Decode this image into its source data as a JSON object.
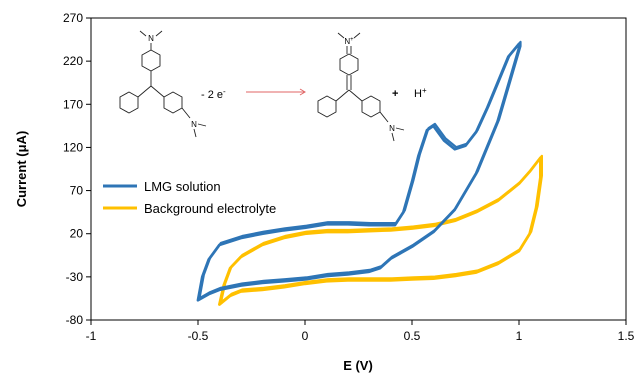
{
  "chart_data": {
    "type": "line",
    "title": "",
    "xlabel": "E (V)",
    "ylabel": "Current (μA)",
    "xlim": [
      -1,
      1.5
    ],
    "ylim": [
      -80,
      270
    ],
    "xticks": [
      -1,
      -0.5,
      0,
      0.5,
      1,
      1.5
    ],
    "yticks": [
      -80,
      -30,
      20,
      70,
      120,
      170,
      220,
      270
    ],
    "xtick_labels": [
      "-1",
      "-0.5",
      "0",
      "0.5",
      "1",
      "1.5"
    ],
    "ytick_labels": [
      "-80",
      "-30",
      "20",
      "70",
      "120",
      "170",
      "220",
      "270"
    ],
    "grid": false,
    "legend": "left",
    "series": [
      {
        "name": "LMG solution",
        "color": "#2E75B6",
        "points": [
          [
            -0.5,
            -57
          ],
          [
            -0.45,
            -50
          ],
          [
            -0.4,
            -45
          ],
          [
            -0.3,
            -40
          ],
          [
            -0.2,
            -37
          ],
          [
            -0.1,
            -35
          ],
          [
            0,
            -33
          ],
          [
            0.1,
            -29
          ],
          [
            0.2,
            -27
          ],
          [
            0.3,
            -24
          ],
          [
            0.35,
            -20
          ],
          [
            0.4,
            -9
          ],
          [
            0.45,
            -2
          ],
          [
            0.5,
            5
          ],
          [
            0.6,
            22
          ],
          [
            0.7,
            48
          ],
          [
            0.8,
            90
          ],
          [
            0.9,
            150
          ],
          [
            1.0,
            235
          ],
          [
            1.0,
            240
          ],
          [
            0.95,
            225
          ],
          [
            0.9,
            195
          ],
          [
            0.85,
            165
          ],
          [
            0.8,
            138
          ],
          [
            0.75,
            122
          ],
          [
            0.7,
            118
          ],
          [
            0.65,
            128
          ],
          [
            0.6,
            145
          ],
          [
            0.57,
            140
          ],
          [
            0.53,
            110
          ],
          [
            0.5,
            80
          ],
          [
            0.46,
            45
          ],
          [
            0.42,
            30
          ],
          [
            0.3,
            30
          ],
          [
            0.2,
            31
          ],
          [
            0.1,
            31
          ],
          [
            0,
            27
          ],
          [
            -0.1,
            24
          ],
          [
            -0.2,
            20
          ],
          [
            -0.3,
            15
          ],
          [
            -0.4,
            7
          ],
          [
            -0.45,
            -10
          ],
          [
            -0.48,
            -30
          ],
          [
            -0.5,
            -57
          ]
        ]
      },
      {
        "name": "Background electrolyte",
        "color": "#FFC000",
        "points": [
          [
            -0.4,
            -62
          ],
          [
            -0.35,
            -52
          ],
          [
            -0.3,
            -47
          ],
          [
            -0.2,
            -45
          ],
          [
            -0.1,
            -42
          ],
          [
            0,
            -38
          ],
          [
            0.1,
            -35
          ],
          [
            0.2,
            -34
          ],
          [
            0.3,
            -34
          ],
          [
            0.4,
            -34
          ],
          [
            0.5,
            -33
          ],
          [
            0.6,
            -32
          ],
          [
            0.7,
            -29
          ],
          [
            0.8,
            -25
          ],
          [
            0.9,
            -15
          ],
          [
            1.0,
            0
          ],
          [
            1.05,
            20
          ],
          [
            1.08,
            50
          ],
          [
            1.1,
            85
          ],
          [
            1.1,
            108
          ],
          [
            1.05,
            92
          ],
          [
            1.0,
            78
          ],
          [
            0.9,
            58
          ],
          [
            0.8,
            45
          ],
          [
            0.7,
            35
          ],
          [
            0.6,
            29
          ],
          [
            0.5,
            26
          ],
          [
            0.4,
            24
          ],
          [
            0.3,
            23
          ],
          [
            0.2,
            22
          ],
          [
            0.1,
            22
          ],
          [
            0,
            20
          ],
          [
            -0.1,
            15
          ],
          [
            -0.2,
            7
          ],
          [
            -0.3,
            -7
          ],
          [
            -0.35,
            -20
          ],
          [
            -0.38,
            -40
          ],
          [
            -0.4,
            -62
          ]
        ]
      }
    ]
  },
  "scheme": {
    "minus_electrons": "- 2 e",
    "minus_electrons_sup": "-",
    "plus_sign": "+",
    "proton": "H",
    "proton_sup": "+",
    "n_label": "N",
    "n_plus_label": "N",
    "n_plus_sup": "+"
  }
}
